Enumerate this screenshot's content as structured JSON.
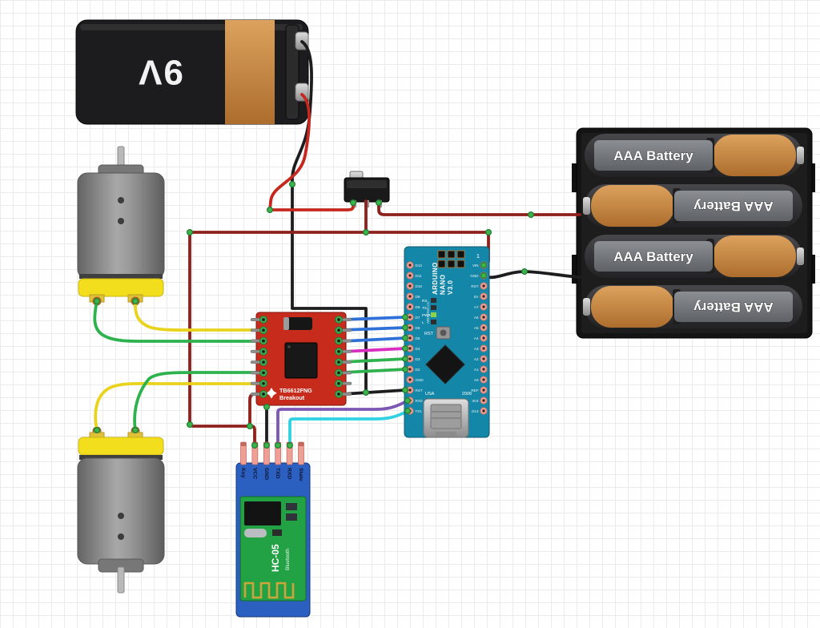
{
  "app": {
    "background_grid": true,
    "grid_color": "#ebebeb"
  },
  "components": {
    "battery_9v": {
      "type": "9V Battery",
      "label": "9V"
    },
    "motor_top": {
      "type": "DC Motor"
    },
    "motor_bottom": {
      "type": "DC Motor"
    },
    "slide_switch": {
      "type": "Slide Switch"
    },
    "battery_holder": {
      "type": "4x AAA Battery Holder",
      "cells": [
        "AAA Battery",
        "AAA Battery",
        "AAA Battery",
        "AAA Battery"
      ]
    },
    "motor_driver": {
      "type": "TB6612FNG Motor Driver Breakout",
      "label_line1": "TB6612FNG",
      "label_line2": "Breakout"
    },
    "arduino": {
      "type": "Arduino Nano V3.0",
      "title_lines": [
        "ARDUINO",
        "NANO",
        "V3.0"
      ],
      "brand_small": "ARDUINO.CC",
      "pin1_marker": "1",
      "reset_label": "RST",
      "led_labels": [
        "RX",
        "TX",
        "PWR",
        "L"
      ],
      "made_in": "USA",
      "year": "2009",
      "left_pin_labels": [
        "D12",
        "D11",
        "D10",
        "D9",
        "D8",
        "D7",
        "D6",
        "D5",
        "D4",
        "D3",
        "D2",
        "GND",
        "RST",
        "RX0",
        "TX1"
      ],
      "right_pin_labels": [
        "VIN",
        "GND",
        "RST",
        "5V",
        "A7",
        "A6",
        "A5",
        "A4",
        "A3",
        "A2",
        "A1",
        "A0",
        "REF",
        "3V3",
        "D13"
      ]
    },
    "bluetooth": {
      "type": "HC-05 Bluetooth Module",
      "label": "HC-05",
      "sublabel": "Bluetooth",
      "pin_labels": [
        "Key",
        "VCC",
        "GND",
        "TXD",
        "RXD",
        "State"
      ]
    }
  },
  "wires": {
    "colors": {
      "bright_red": "#c6271e",
      "dark_red": "#8e211c",
      "black": "#1d1d1f",
      "green": "#2eb24d",
      "yellow": "#e9d31c",
      "blue": "#2f6fd8",
      "magenta": "#d92cc0",
      "purple": "#7e57b5",
      "cyan": "#2fd2e2",
      "junction_dot": "#3cb44a"
    }
  }
}
